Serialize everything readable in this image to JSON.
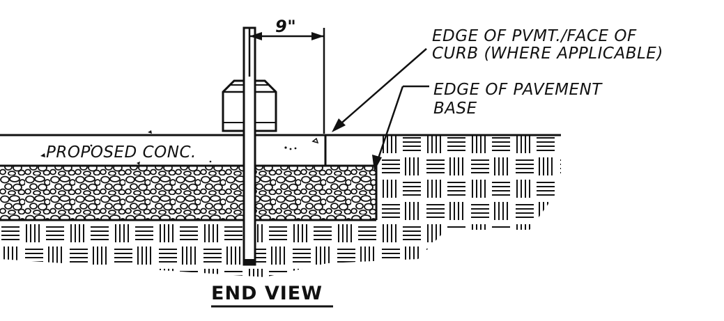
{
  "drawing": {
    "dimension_label": "9\"",
    "label_edge_pvmt_line1": "EDGE OF PVMT./FACE OF",
    "label_edge_pvmt_line2": "CURB (WHERE APPLICABLE)",
    "label_edge_base_line1": "EDGE OF PAVEMENT",
    "label_edge_base_line2": "BASE",
    "label_concrete": "PROPOSED CONC.",
    "title": "END VIEW"
  },
  "colors": {
    "ink": "#111111",
    "paper": "#ffffff"
  }
}
